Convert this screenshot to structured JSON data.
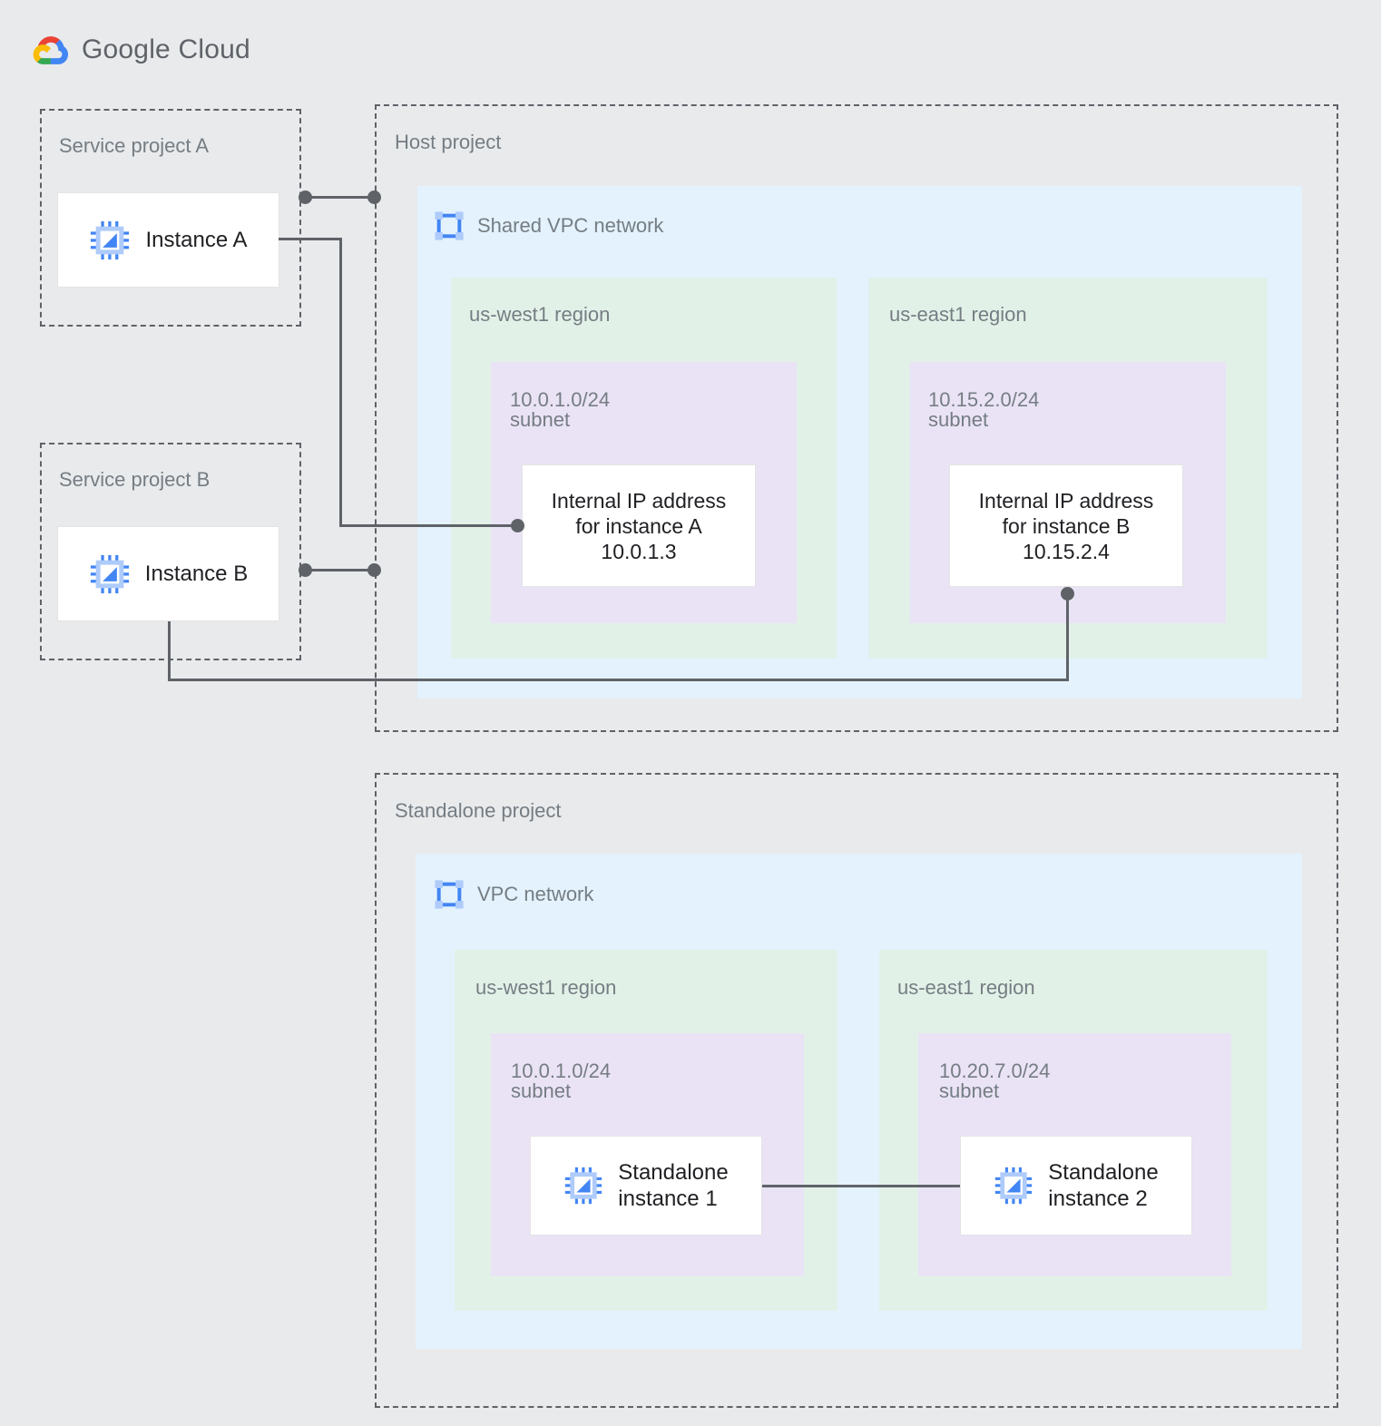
{
  "brand": {
    "name_bold": "Google",
    "name_light": " Cloud",
    "logo_icon": "google-cloud-logo"
  },
  "colors": {
    "background": "#e8eaec",
    "vpc_fill": "#e3f2fd",
    "region_fill": "#e2f1e8",
    "subnet_fill": "#eae3f6",
    "card_fill": "#ffffff",
    "connector": "#5f6368",
    "muted_text": "#757d83",
    "icon_blue": "#669df6",
    "icon_blue_light": "#aecbfa"
  },
  "service_project_a": {
    "title": "Service project A",
    "instance": {
      "label": "Instance A",
      "icon": "instance-chip-icon"
    }
  },
  "service_project_b": {
    "title": "Service project B",
    "instance": {
      "label": "Instance B",
      "icon": "instance-chip-icon"
    }
  },
  "host_project": {
    "title": "Host project",
    "network": {
      "title": "Shared VPC network",
      "icon": "vpc-network-icon",
      "regions": [
        {
          "title": "us-west1 region",
          "subnet": {
            "cidr": "10.0.1.0/24",
            "kind": "subnet",
            "resource": {
              "line1": "Internal IP address",
              "line2": "for instance A",
              "line3": "10.0.1.3"
            }
          }
        },
        {
          "title": "us-east1 region",
          "subnet": {
            "cidr": "10.15.2.0/24",
            "kind": "subnet",
            "resource": {
              "line1": "Internal IP address",
              "line2": "for instance B",
              "line3": "10.15.2.4"
            }
          }
        }
      ]
    }
  },
  "standalone_project": {
    "title": "Standalone project",
    "network": {
      "title": "VPC network",
      "icon": "vpc-network-icon",
      "regions": [
        {
          "title": "us-west1 region",
          "subnet": {
            "cidr": "10.0.1.0/24",
            "kind": "subnet",
            "instance": {
              "label": "Standalone\ninstance 1",
              "icon": "instance-chip-icon"
            }
          }
        },
        {
          "title": "us-east1 region",
          "subnet": {
            "cidr": "10.20.7.0/24",
            "kind": "subnet",
            "instance": {
              "label": "Standalone\ninstance 2",
              "icon": "instance-chip-icon"
            }
          }
        }
      ]
    }
  },
  "connections": [
    {
      "name": "instance-a-to-host-project",
      "from": "Instance A",
      "to": "Host project"
    },
    {
      "name": "instance-a-to-internal-ip-a",
      "from": "Instance A",
      "to": "Internal IP address for instance A 10.0.1.3"
    },
    {
      "name": "instance-b-to-host-project",
      "from": "Instance B",
      "to": "Host project"
    },
    {
      "name": "instance-b-to-internal-ip-b",
      "from": "Instance B",
      "to": "Internal IP address for instance B 10.15.2.4"
    },
    {
      "name": "standalone-instance-1-to-2",
      "from": "Standalone instance 1",
      "to": "Standalone instance 2"
    }
  ]
}
